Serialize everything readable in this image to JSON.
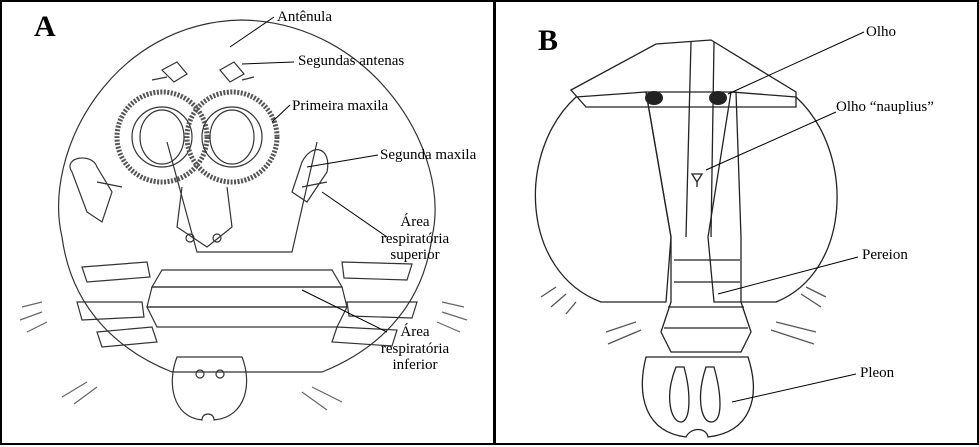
{
  "panel_a": {
    "letter": "A",
    "labels": {
      "antenula": "Antênula",
      "segundas_antenas": "Segundas antenas",
      "primeira_maxila": "Primeira maxila",
      "segunda_maxila": "Segunda maxila",
      "area_resp_superior": "Área respiratória superior",
      "area_resp_inferior": "Área respiratória inferior"
    }
  },
  "panel_b": {
    "letter": "B",
    "labels": {
      "olho": "Olho",
      "olho_nauplius": "Olho “nauplius”",
      "pereion": "Pereion",
      "pleon": "Pleon"
    }
  }
}
